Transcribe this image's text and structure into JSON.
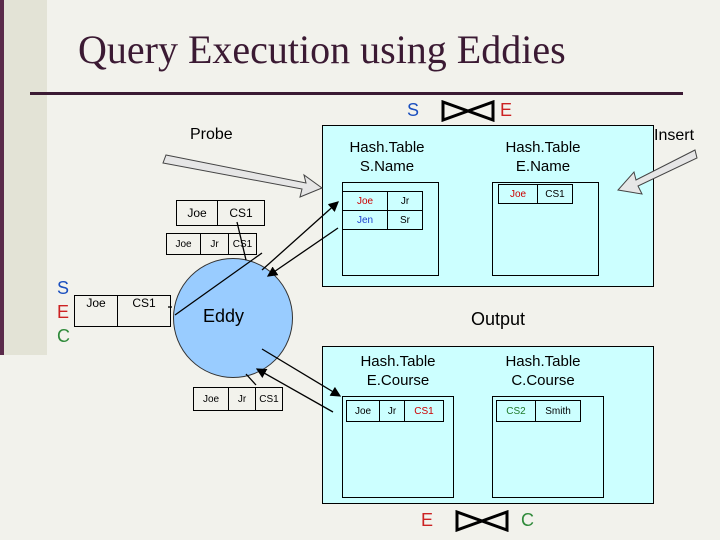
{
  "title": "Query Execution using Eddies",
  "top_join": {
    "left": "S",
    "right": "E"
  },
  "bottom_join": {
    "left": "E",
    "right": "C"
  },
  "probe_label": "Probe",
  "insert_label": "Insert",
  "eddy_label": "Eddy",
  "output_label": "Output",
  "sec_stack": [
    "S",
    "E",
    "C"
  ],
  "sec_tuple": [
    "Joe",
    "CS1"
  ],
  "tuple_probe": [
    "Joe",
    "CS1"
  ],
  "tuple_probe_ret": [
    "Joe",
    "Jr",
    "CS1"
  ],
  "tuple_out": [
    "Joe",
    "Jr",
    "CS1"
  ],
  "ht_s_name": {
    "label1": "Hash.Table",
    "label2": "S.Name",
    "rows": [
      [
        "Joe",
        "Jr"
      ],
      [
        "Jen",
        "Sr"
      ]
    ]
  },
  "ht_e_name": {
    "label1": "Hash.Table",
    "label2": "E.Name",
    "rows": [
      [
        "Joe",
        "CS1"
      ]
    ]
  },
  "ht_e_course": {
    "label1": "Hash.Table",
    "label2": "E.Course",
    "rows": [
      [
        "Joe",
        "Jr",
        "CS1"
      ]
    ]
  },
  "ht_c_course": {
    "label1": "Hash.Table",
    "label2": "C.Course",
    "rows": [
      [
        "CS2",
        "Smith"
      ]
    ]
  },
  "colors": {
    "title": "#3b1a33",
    "panel": "#ccffff",
    "eddy": "#99ccff",
    "join_blue": "#1a4fbf",
    "join_red": "#cc2222",
    "join_green": "#2f8a3a",
    "link_red": "#cc0000",
    "link_blue": "#1a3fcf",
    "link_green": "#1f7a2a"
  }
}
